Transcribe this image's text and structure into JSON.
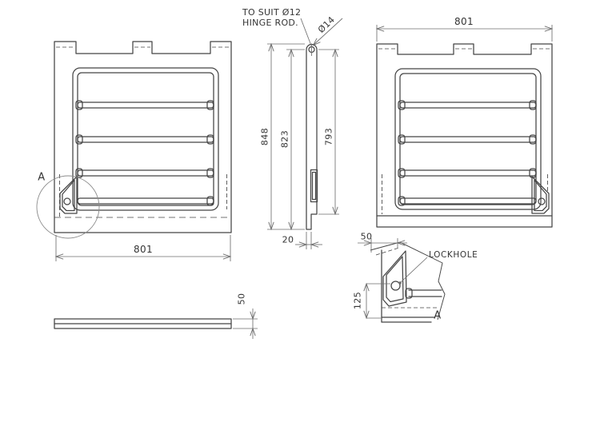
{
  "title": "Panel fabrication drawing",
  "colors": {
    "bg": "#ffffff",
    "line": "#454545",
    "dim": "#6f6f6f",
    "text": "#343434",
    "thin": "#8a8a8a"
  },
  "views": {
    "front": {
      "dim_width": "801",
      "detail_ref": "A"
    },
    "side": {
      "note_line1": "TO SUIT Ø12",
      "note_line2": "HINGE ROD.",
      "rod_dia": "Ø14",
      "dim_total_height": "848",
      "dim_body_height": "823",
      "dim_face_height": "793",
      "dim_thickness": "20"
    },
    "back": {
      "dim_width": "801"
    },
    "plan": {
      "dim_thickness": "50"
    },
    "detail": {
      "dim_width": "50",
      "dim_height": "125",
      "lockhole_label": "LOCKHOLE",
      "label": "A"
    }
  }
}
